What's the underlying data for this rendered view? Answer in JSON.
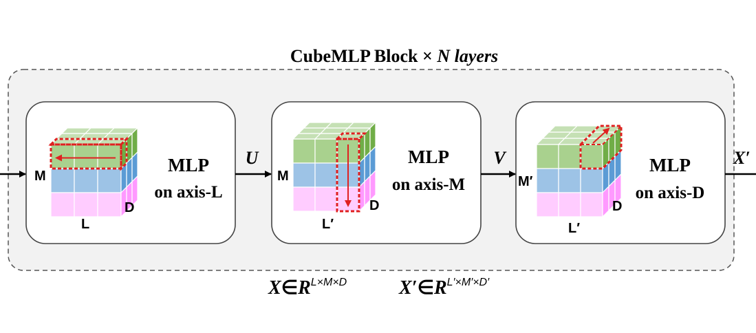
{
  "title": {
    "main": "CubeMLP Block ×",
    "n": "N",
    "layers": " layers"
  },
  "connectors": {
    "u": "U",
    "v": "V",
    "x_prime": "X′"
  },
  "blocks": [
    {
      "mlp": "MLP",
      "axis": "on axis-L",
      "left_label": "M",
      "bottom_label": "L",
      "depth_label": "D"
    },
    {
      "mlp": "MLP",
      "axis": "on axis-M",
      "left_label": "M",
      "bottom_label": "L′",
      "depth_label": "D"
    },
    {
      "mlp": "MLP",
      "axis": "on axis-D",
      "left_label": "M′",
      "bottom_label": "L′",
      "depth_label": "D"
    }
  ],
  "formula": {
    "input": {
      "var": "X",
      "in": "∈",
      "space": "R",
      "exp": "L×M×D"
    },
    "output": {
      "var": "X′",
      "in": "∈",
      "space": "R",
      "exp": "L′×M′×D′"
    }
  },
  "colors": {
    "green": "#a9d18e",
    "green_top": "#c5e0b4",
    "green_side": "#70ad47",
    "blue": "#9dc3e6",
    "blue_side": "#5b9bd5",
    "pink": "#ffccff",
    "pink_side": "#ff99ff",
    "highlight": "#e02020",
    "panel_bg": "#f2f2f2"
  }
}
